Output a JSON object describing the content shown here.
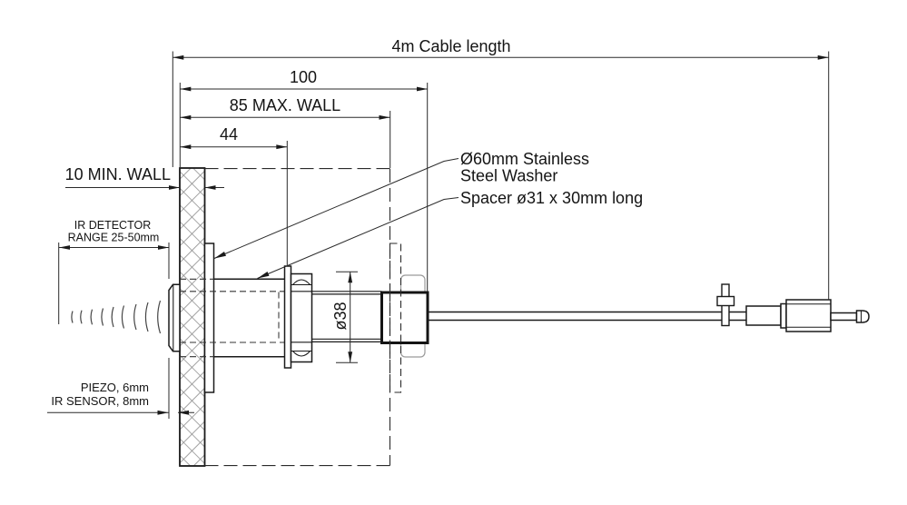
{
  "colors": {
    "line": "#1a1a1a",
    "background": "#ffffff",
    "hatch": "#8a8a8a",
    "phantom": "#9a9a9a"
  },
  "labels": {
    "cable_length": "4m Cable length",
    "overall_length": "100",
    "max_wall": "85 MAX. WALL",
    "spacer_length": "44",
    "min_wall": "10 MIN. WALL",
    "ir_detector_1": "IR DETECTOR",
    "ir_detector_2": "RANGE 25-50mm",
    "washer_callout_1": "Ø60mm Stainless",
    "washer_callout_2": "Steel Washer",
    "spacer_callout": "Spacer ø31 x 30mm long",
    "diameter": "ø38",
    "piezo": "PIEZO, 6mm",
    "ir_sensor": "IR SENSOR, 8mm"
  }
}
